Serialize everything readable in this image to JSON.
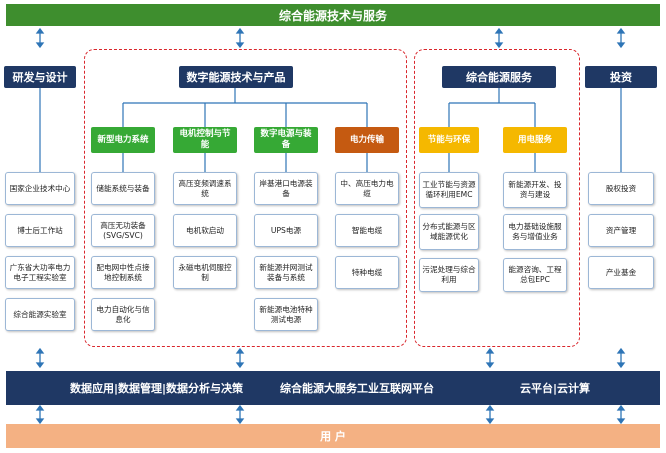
{
  "title": "综合能源技术与服务",
  "columns": {
    "rd": {
      "header": "研发与设计",
      "items": [
        "国家企业技术中心",
        "博士后工作站",
        "广东省大功率电力电子工程实验室",
        "综合能源实验室"
      ]
    },
    "digital": {
      "header": "数字能源技术与产品",
      "categories": [
        {
          "label": "新型电力系统",
          "color": "#36a935",
          "items": [
            "储能系统与装备",
            "高压无功装备(SVG/SVC)",
            "配电网中性点接地控制系统",
            "电力自动化与信息化"
          ]
        },
        {
          "label": "电机控制与节能",
          "color": "#36a935",
          "items": [
            "高压变频调速系统",
            "电机软启动",
            "永磁电机伺服控制"
          ]
        },
        {
          "label": "数字电源与装备",
          "color": "#36a935",
          "items": [
            "岸基港口电源装备",
            "UPS电源",
            "新能源并网测试装备与系统",
            "新能源电池特种测试电源"
          ]
        },
        {
          "label": "电力传输",
          "color": "#c55a11",
          "items": [
            "中、高压电力电缆",
            "智能电缆",
            "特种电缆"
          ]
        }
      ]
    },
    "services": {
      "header": "综合能源服务",
      "categories": [
        {
          "label": "节能与环保",
          "color": "#f5b800",
          "items": [
            "工业节能与资源循环利用EMC",
            "分布式能源与区域能源优化",
            "污泥处理与综合利用"
          ]
        },
        {
          "label": "用电服务",
          "color": "#f5b800",
          "items": [
            "新能源开发、投资与建设",
            "电力基础设施服务与增值业务",
            "能源咨询、工程总包EPC"
          ]
        }
      ]
    },
    "invest": {
      "header": "投资",
      "items": [
        "股权投资",
        "资产管理",
        "产业基金"
      ]
    }
  },
  "platform": {
    "left": "数据应用|数据管理|数据分析与决策",
    "center": "综合能源大服务工业互联网平台",
    "right": "云平台|云计算"
  },
  "users": "用 户",
  "colors": {
    "green": "#3e8e2e",
    "navy": "#1f3864",
    "peach": "#f4b183",
    "dashed_red": "#d9262c"
  }
}
